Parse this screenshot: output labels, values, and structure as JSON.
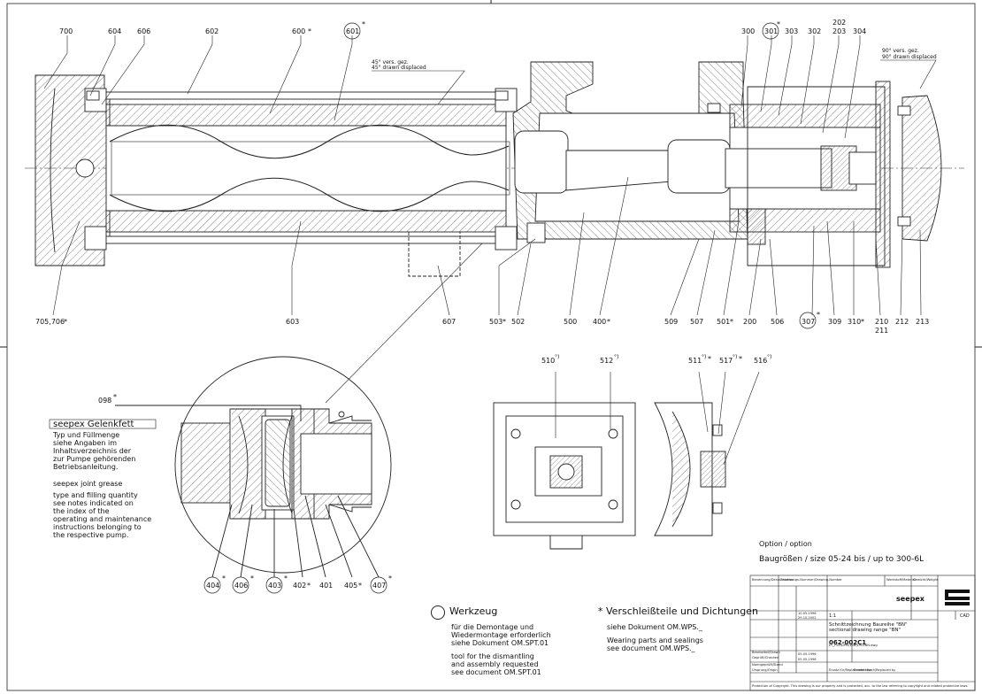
{
  "drawing": {
    "title_de": "Schnittzeichnung Baureihe \"BN\"",
    "title_en": "sectional drawing range \"BN\"",
    "drawing_number": "062-002C1",
    "brand": "seepex",
    "scale": "1:1",
    "cad": "CAD"
  },
  "leaders": {
    "top": [
      "700",
      "604",
      "606",
      "602",
      "600",
      "601",
      "300",
      "301",
      "303",
      "302",
      "202",
      "203",
      "304"
    ],
    "bottom": [
      "705,706",
      "603",
      "607",
      "503",
      "502",
      "500",
      "400",
      "509",
      "507",
      "501",
      "200",
      "506",
      "307",
      "309",
      "310",
      "210",
      "211",
      "212",
      "213"
    ],
    "detail": [
      "510",
      "512",
      "511",
      "517",
      "516"
    ],
    "joint": [
      "404",
      "406",
      "403",
      "402",
      "401",
      "405",
      "407",
      "098"
    ]
  },
  "annotations": {
    "displaced_45_de": "45° vers. gez.",
    "displaced_45_en": "45° drawn displaced",
    "displaced_90_de": "90° vers. gez.",
    "displaced_90_en": "90° drawn displaced",
    "asterisk": "*",
    "option_mark": "°)",
    "superscript": "5)"
  },
  "grease_note": {
    "heading": "seepex Gelenkfett",
    "de_lines": [
      "Typ und Füllmenge",
      "siehe Angaben im",
      "Inhaltsverzeichnis der",
      "zur Pumpe gehörenden",
      "Betriebsanleitung."
    ],
    "en_heading": "seepex joint grease",
    "en_lines": [
      "type and filling quantity",
      "see notes indicated on",
      "the index of the",
      "operating and maintenance",
      "instructions belonging to",
      "the respective pump."
    ]
  },
  "legend": {
    "option": "Option / option",
    "sizes": "Baugrößen / size 05-24 bis / up to 300-6L",
    "tool_title": "Werkzeug",
    "tool_de": [
      "für die Demontage und",
      "Wiedermontage erforderlich",
      "siehe Dokument OM.SPT.01"
    ],
    "tool_en": [
      "tool for the dismantling",
      "and assembly requested",
      "see document OM.SPT.01"
    ],
    "wear_title": "Verschleißteile und Dichtungen",
    "wear_de": [
      "siehe Dokument OM.WPS._"
    ],
    "wear_en": [
      "Wearing parts and sealings",
      "see document OM.WPS._"
    ]
  },
  "title_block": {
    "col_headers": [
      "Benennung/Denomination",
      "Zeichnungs-Nummer/Drawing-Number",
      "Werkstoff/Material",
      "Gewicht/Weight"
    ],
    "rows": [
      "Bearbeitet/Drawn",
      "Geprüft/Checked",
      "Normgeprüft/Stand",
      "Ursprung/Origin",
      "Ersatz für/Replacement for",
      "Ersetzt durch/Replaced by"
    ],
    "dates": [
      "10.05.1996",
      "29.10.2002",
      "05.05.1996",
      "05.05.1996"
    ],
    "file": "L:\\_FSZ\\DPN\\1BN\\1902BN.dwg",
    "copyright": "Protection of Copyright. This drawing is our property and is protected, acc. to the law referring to copyright and related protective laws."
  }
}
